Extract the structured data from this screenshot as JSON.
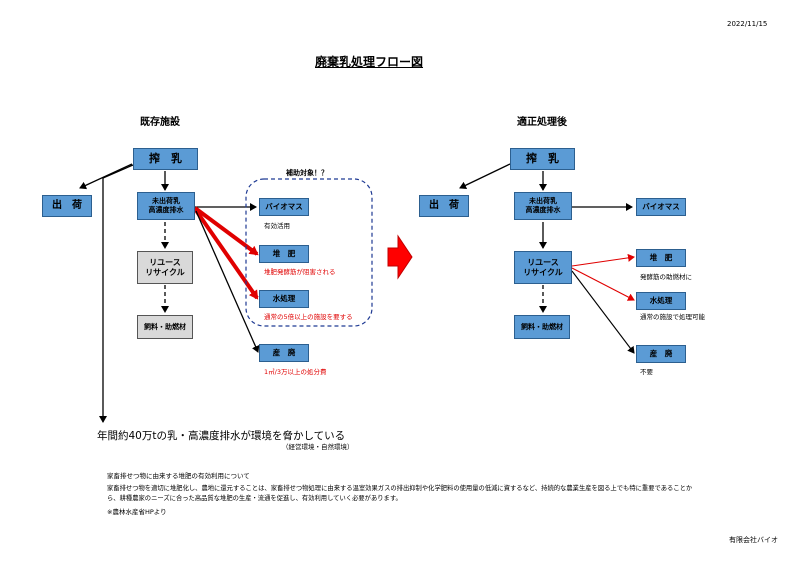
{
  "date": "2022/11/15",
  "title": "廃棄乳処理フロー図",
  "left": {
    "heading": "既存施設",
    "milking": "搾　乳",
    "shipping": "出　荷",
    "unshipped": "未出荷乳\n高濃度排水",
    "reuse": "リユース\nリサイクル",
    "feed": "飼料・助燃材",
    "subsidy_label": "補助対象！？",
    "biomass": "バイオマス",
    "biomass_note": "有効活用",
    "compost": "堆　肥",
    "compost_note": "堆肥発酵筋が阻害される",
    "water": "水処理",
    "water_note": "通常の5倍以上の施設を要する",
    "disposal": "産　廃",
    "disposal_note": "1㎥/3万以上の処分費",
    "problem": "年間約40万tの乳・高濃度排水が環境を脅かしている",
    "problem_sub": "（経営環境・自然環境）"
  },
  "right": {
    "heading": "適正処理後",
    "milking": "搾　乳",
    "shipping": "出　荷",
    "unshipped": "未出荷乳\n高濃度排水",
    "biomass": "バイオマス",
    "reuse": "リユース\nリサイクル",
    "compost": "堆　肥",
    "compost_note": "発酵筋の助燃材に",
    "water": "水処理",
    "water_note": "通常の施設で処理可能",
    "feed": "飼料・助燃材",
    "disposal": "産　廃",
    "disposal_note": "不要"
  },
  "notes": {
    "heading": "家畜排せつ物に由来する堆肥の有効利用について",
    "body1": "家畜排せつ物を適切に堆肥化し、農地に還元することは、家畜排せつ物処理に由来する温室効果ガスの排出抑制や化学肥料の使用量の低減に資するなど、持続的な農業生産を図る上でも特に重要であることか",
    "body2": "ら、耕種農家のニーズに合った高品質な堆肥の生産・流通を促進し、有効利用していく必要があります。",
    "source": "※農林水産省HPより"
  },
  "company": "有限会社バイオ",
  "colors": {
    "box_blue": "#5b9bd5",
    "box_gray": "#d9d9d9",
    "arrow_red": "#e00000"
  }
}
